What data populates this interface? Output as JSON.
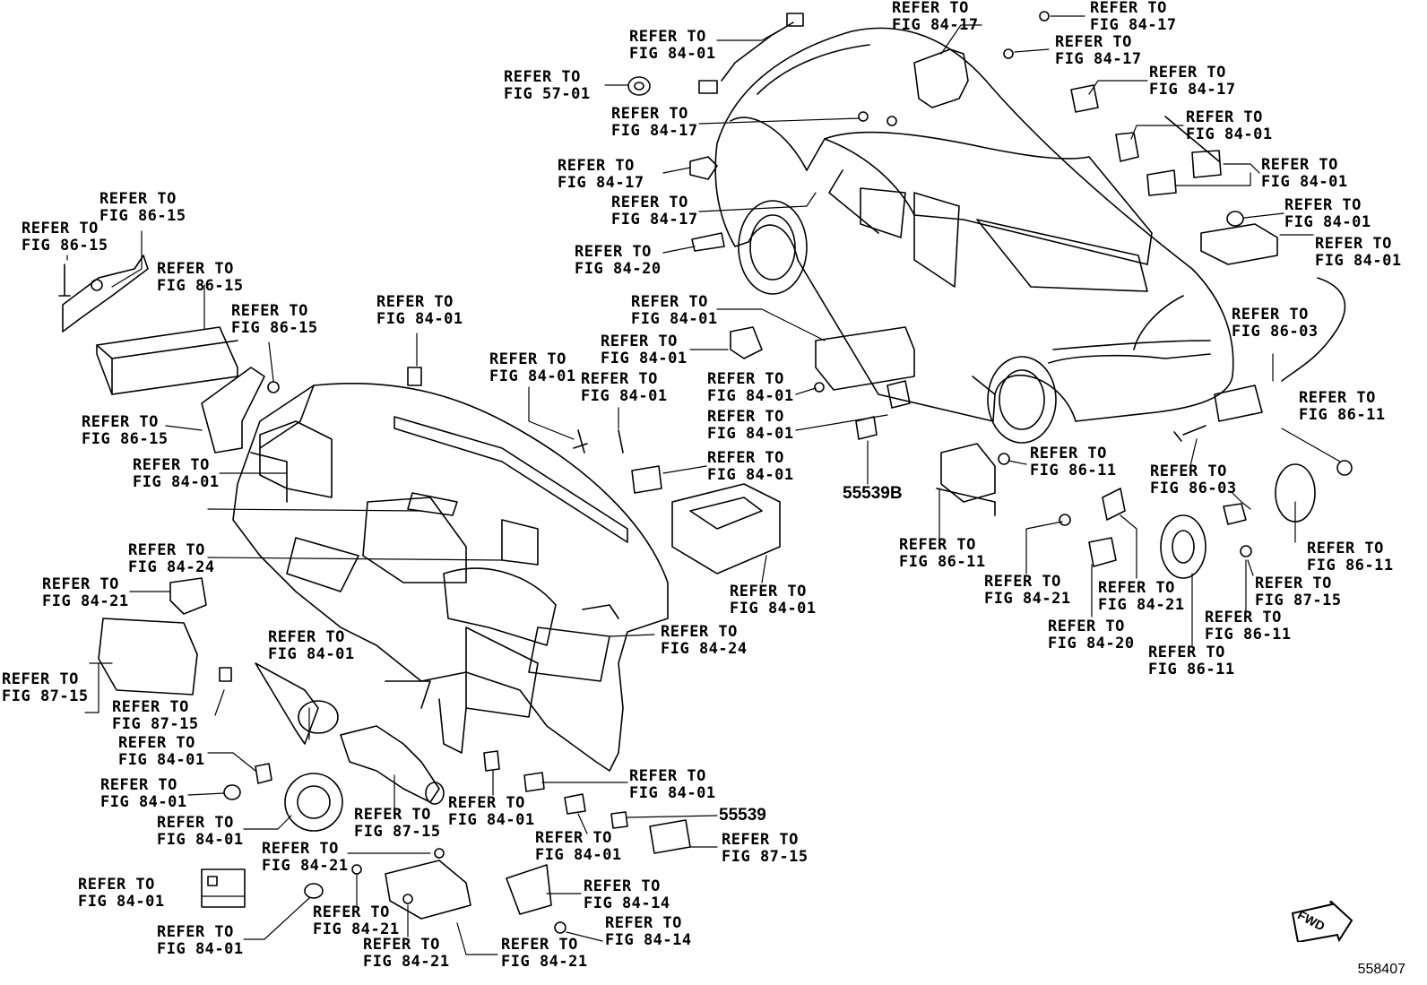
{
  "callouts": [
    {
      "line1": "REFER TO",
      "line2": "FIG 84-17"
    },
    {
      "line1": "REFER TO",
      "line2": "FIG 84-17"
    },
    {
      "line1": "REFER TO",
      "line2": "FIG 84-17"
    },
    {
      "line1": "REFER TO",
      "line2": "FIG 84-01"
    },
    {
      "line1": "REFER TO",
      "line2": "FIG 57-01"
    },
    {
      "line1": "REFER TO",
      "line2": "FIG 84-17"
    },
    {
      "line1": "REFER TO",
      "line2": "FIG 84-17"
    },
    {
      "line1": "REFER TO",
      "line2": "FIG 84-17"
    },
    {
      "line1": "REFER TO",
      "line2": "FIG 84-17"
    },
    {
      "line1": "REFER TO",
      "line2": "FIG 84-01"
    },
    {
      "line1": "REFER TO",
      "line2": "FIG 84-01"
    },
    {
      "line1": "REFER TO",
      "line2": "FIG 84-01"
    },
    {
      "line1": "REFER TO",
      "line2": "FIG 84-01"
    },
    {
      "line1": "REFER TO",
      "line2": "FIG 84-20"
    },
    {
      "line1": "REFER TO",
      "line2": "FIG 86-15"
    },
    {
      "line1": "REFER TO",
      "line2": "FIG 86-15"
    },
    {
      "line1": "REFER TO",
      "line2": "FIG 86-15"
    },
    {
      "line1": "REFER TO",
      "line2": "FIG 86-15"
    },
    {
      "line1": "REFER TO",
      "line2": "FIG 86-15"
    },
    {
      "line1": "REFER TO",
      "line2": "FIG 84-01"
    },
    {
      "line1": "REFER TO",
      "line2": "FIG 84-01"
    },
    {
      "line1": "REFER TO",
      "line2": "FIG 84-01"
    },
    {
      "line1": "REFER TO",
      "line2": "FIG 84-01"
    },
    {
      "line1": "REFER TO",
      "line2": "FIG 84-01"
    },
    {
      "line1": "REFER TO",
      "line2": "FIG 84-01"
    },
    {
      "line1": "REFER TO",
      "line2": "FIG 84-01"
    },
    {
      "line1": "REFER TO",
      "line2": "FIG 84-01"
    },
    {
      "line1": "REFER TO",
      "line2": "FIG 86-03"
    },
    {
      "line1": "REFER TO",
      "line2": "FIG 86-11"
    },
    {
      "line1": "REFER TO",
      "line2": "FIG 86-11"
    },
    {
      "line1": "REFER TO",
      "line2": "FIG 84-01"
    },
    {
      "line1": "REFER TO",
      "line2": "FIG 86-03"
    },
    {
      "line1": "REFER TO",
      "line2": "FIG 84-24"
    },
    {
      "line1": "REFER TO",
      "line2": "FIG 84-21"
    },
    {
      "line1": "REFER TO",
      "line2": "FIG 86-11"
    },
    {
      "line1": "REFER TO",
      "line2": "FIG 84-21"
    },
    {
      "line1": "REFER TO",
      "line2": "FIG 84-21"
    },
    {
      "line1": "REFER TO",
      "line2": "FIG 86-11"
    },
    {
      "line1": "REFER TO",
      "line2": "FIG 87-15"
    },
    {
      "line1": "REFER TO",
      "line2": "FIG 84-01"
    },
    {
      "line1": "REFER TO",
      "line2": "FIG 84-24"
    },
    {
      "line1": "REFER TO",
      "line2": "FIG 86-11"
    },
    {
      "line1": "REFER TO",
      "line2": "FIG 84-20"
    },
    {
      "line1": "REFER TO",
      "line2": "FIG 86-11"
    },
    {
      "line1": "REFER TO",
      "line2": "FIG 84-01"
    },
    {
      "line1": "REFER TO",
      "line2": "FIG 87-15"
    },
    {
      "line1": "REFER TO",
      "line2": "FIG 87-15"
    },
    {
      "line1": "REFER TO",
      "line2": "FIG 84-01"
    },
    {
      "line1": "REFER TO",
      "line2": "FIG 84-01"
    },
    {
      "line1": "REFER TO",
      "line2": "FIG 84-01"
    },
    {
      "line1": "REFER TO",
      "line2": "FIG 87-15"
    },
    {
      "line1": "REFER TO",
      "line2": "FIG 84-01"
    },
    {
      "line1": "REFER TO",
      "line2": "FIG 84-01"
    },
    {
      "line1": "REFER TO",
      "line2": "FIG 84-01"
    },
    {
      "line1": "REFER TO",
      "line2": "FIG 84-21"
    },
    {
      "line1": "REFER TO",
      "line2": "FIG 87-15"
    },
    {
      "line1": "REFER TO",
      "line2": "FIG 84-14"
    },
    {
      "line1": "REFER TO",
      "line2": "FIG 84-01"
    },
    {
      "line1": "REFER TO",
      "line2": "FIG 84-21"
    },
    {
      "line1": "REFER TO",
      "line2": "FIG 84-01"
    },
    {
      "line1": "REFER TO",
      "line2": "FIG 84-14"
    },
    {
      "line1": "REFER TO",
      "line2": "FIG 84-21"
    },
    {
      "line1": "REFER TO",
      "line2": "FIG 84-21"
    }
  ],
  "part_numbers": [
    "55539B",
    "55539"
  ],
  "direction_label": "FWD",
  "reference_number": "558407"
}
